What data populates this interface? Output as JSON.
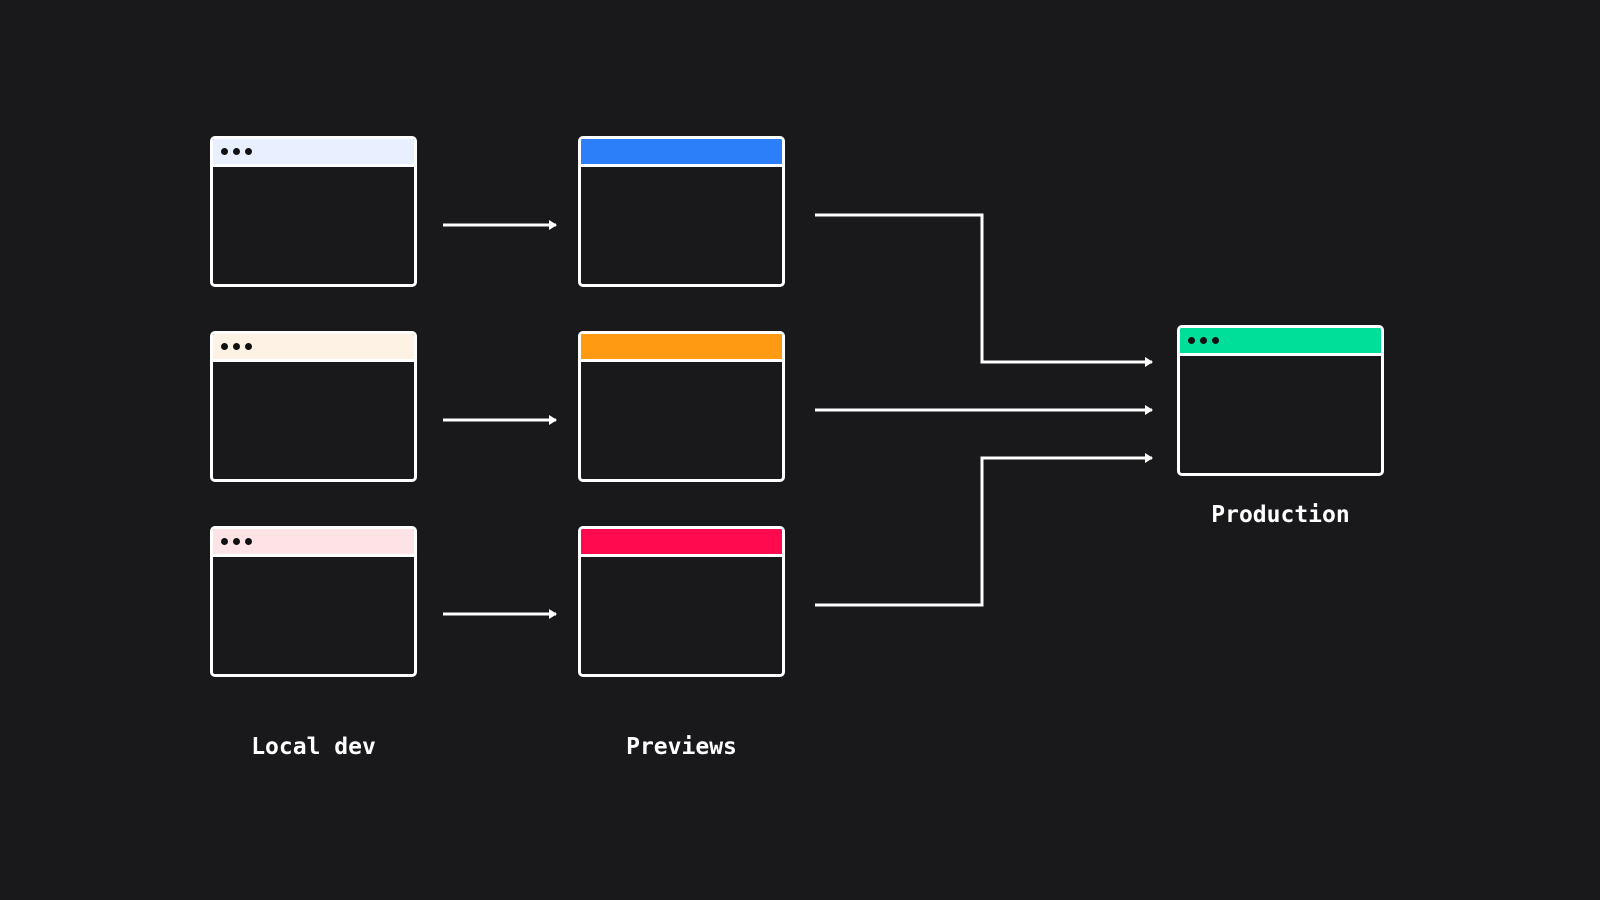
{
  "stages": {
    "local": {
      "label": "Local dev",
      "windows": [
        {
          "bar_color": "#e8f0ff",
          "dots": true
        },
        {
          "bar_color": "#fdf2e3",
          "dots": true
        },
        {
          "bar_color": "#fde2e6",
          "dots": true
        }
      ]
    },
    "previews": {
      "label": "Previews",
      "windows": [
        {
          "bar_color": "#2d7ff9",
          "dots": false
        },
        {
          "bar_color": "#ff9a12",
          "dots": false
        },
        {
          "bar_color": "#ff0a4e",
          "dots": false
        }
      ]
    },
    "production": {
      "label": "Production",
      "window": {
        "bar_color": "#00df9a",
        "dots": true
      }
    }
  },
  "colors": {
    "background": "#19191b",
    "stroke": "#ffffff",
    "dot": "#111111"
  }
}
